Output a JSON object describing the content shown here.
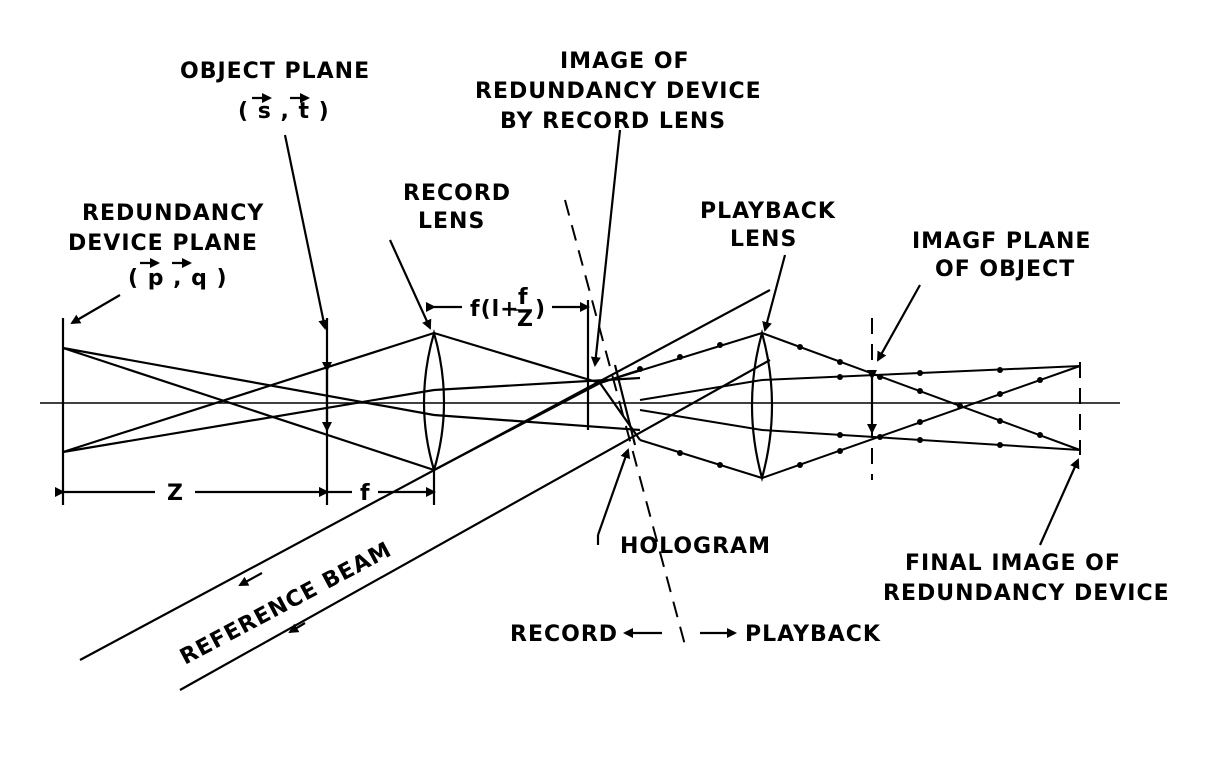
{
  "labels": {
    "object_plane": "OBJECT PLANE",
    "object_coords": "( s , t )",
    "image_of_redundancy_1": "IMAGE OF",
    "image_of_redundancy_2": "REDUNDANCY DEVICE",
    "image_of_redundancy_3": "BY RECORD LENS",
    "redundancy_plane_1": "REDUNDANCY",
    "redundancy_plane_2": "DEVICE PLANE",
    "redundancy_coords": "( p , q )",
    "record_lens_1": "RECORD",
    "record_lens_2": "LENS",
    "playback_lens_1": "PLAYBACK",
    "playback_lens_2": "LENS",
    "image_plane_1": "IMAGF PLANE",
    "image_plane_2": "OF OBJECT",
    "distance_z": "Z",
    "distance_f": "f",
    "distance_f_formula_pre": "f(l+",
    "distance_f_formula_num": "f",
    "distance_f_formula_den": "Z",
    "distance_f_formula_post": ")",
    "hologram": "HOLOGRAM",
    "final_image_1": "FINAL IMAGE OF",
    "final_image_2": "REDUNDANCY DEVICE",
    "reference_beam": "REFERENCE BEAM",
    "record": "RECORD",
    "playback": "PLAYBACK"
  }
}
